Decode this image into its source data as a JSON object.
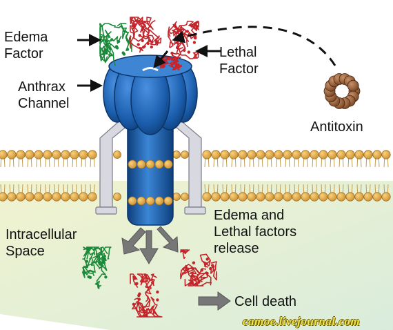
{
  "labels": {
    "edema_factor": [
      "Edema",
      "Factor"
    ],
    "lethal_factor": [
      "Lethal",
      "Factor"
    ],
    "anthrax_channel": [
      "Anthrax",
      "Channel"
    ],
    "antitoxin": "Antitoxin",
    "intracellular_space": [
      "Intracellular",
      "Space"
    ],
    "release": [
      "Edema and",
      "Lethal factors",
      "release"
    ],
    "cell_death": "Cell death"
  },
  "watermark": "camoe.livejournal.com",
  "colors": {
    "edema_protein": "#1a8a3a",
    "lethal_protein": "#c4242a",
    "channel_blue": "#1c5fae",
    "channel_dark": "#0f3c78",
    "membrane_head": "#e4a84a",
    "antitoxin": "#8a5530",
    "intracellular_fill": "#eef3d2",
    "arrow": "#707070"
  }
}
